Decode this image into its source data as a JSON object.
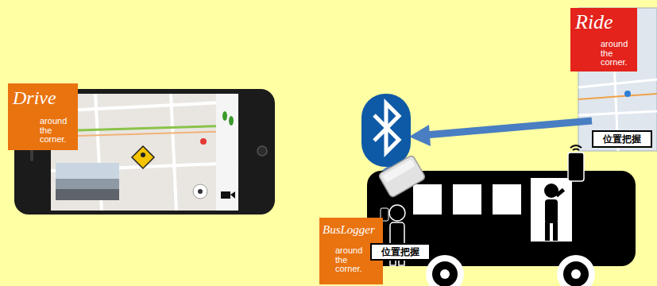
{
  "diagram": {
    "nodes": [
      {
        "text": [
          "Drive",
          "around the corner."
        ]
      },
      {
        "text": [
          "Ride",
          "around the corner."
        ]
      },
      {
        "text": [
          "位置把握"
        ]
      },
      {
        "text": [
          "BusLogger",
          "around the corner."
        ]
      },
      {
        "text": [
          "位置把握"
        ]
      }
    ]
  }
}
